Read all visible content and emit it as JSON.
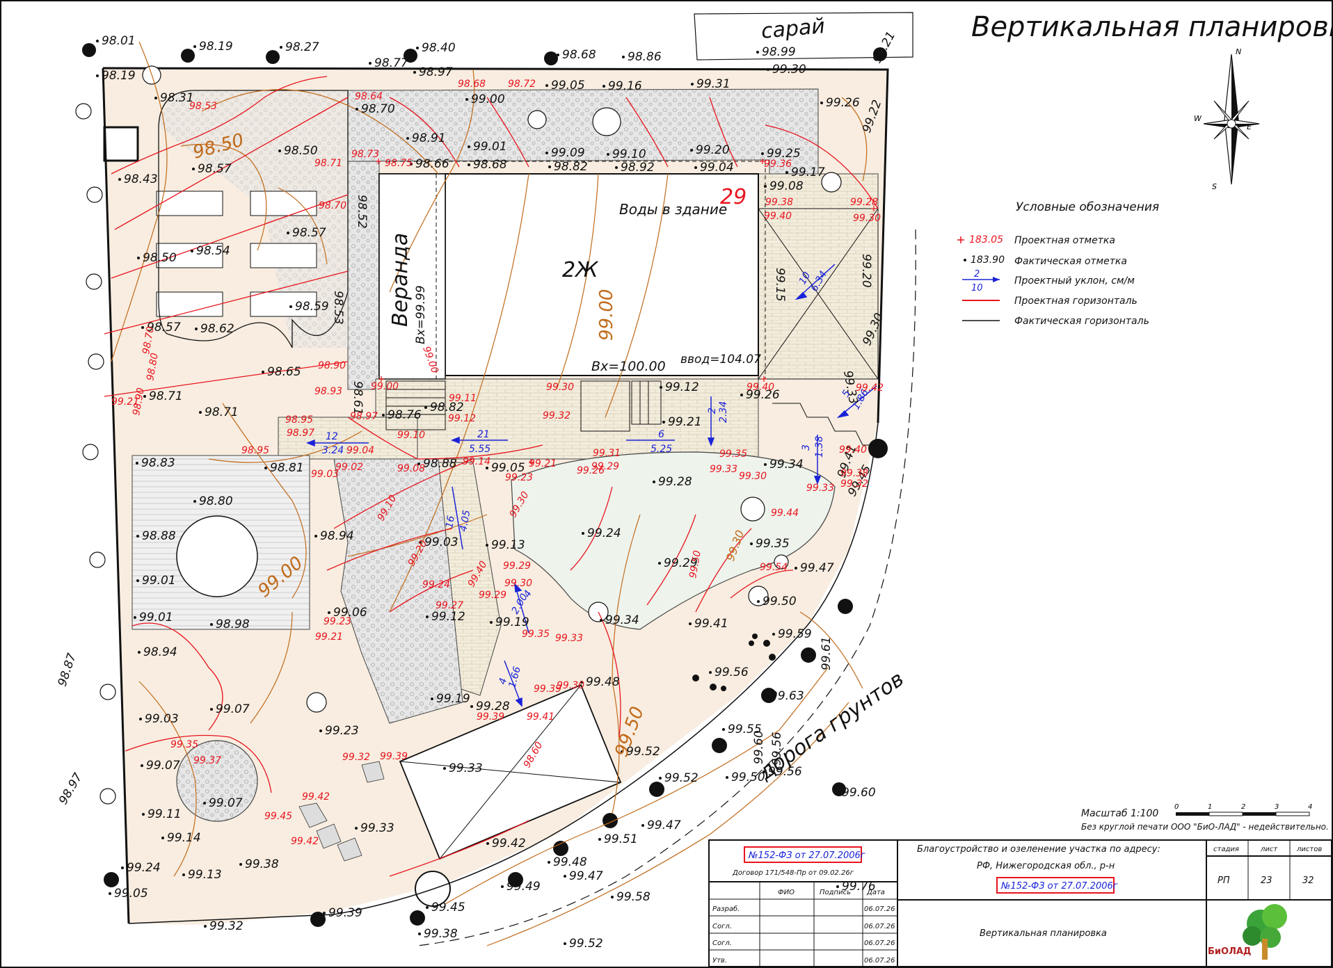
{
  "drawing": {
    "title": "Вертикальная планировка",
    "labels": {
      "shed": "сарай",
      "veranda": "Веранда",
      "veranda_entry": "Вх=99.99",
      "house_code": "2Ж",
      "water_entry": "Воды в здание",
      "house_number": "29",
      "entrance": "Вх=100.00",
      "input": "ввод=104.07",
      "road": "дорога грунтов"
    }
  },
  "compass": {
    "n": "N",
    "s": "S",
    "e": "E",
    "w": "W"
  },
  "legend": {
    "title": "Условные обозначения",
    "items": [
      {
        "symbol": "183.05",
        "text": "Проектная отметка"
      },
      {
        "symbol": "183.90",
        "text": "Фактическая отметка"
      },
      {
        "symbol_top": "2",
        "symbol_bottom": "10",
        "text": "Проектный уклон, см/м"
      },
      {
        "text": "Проектная горизонталь"
      },
      {
        "text": "Фактическая горизонталь"
      }
    ]
  },
  "scale": {
    "label": "Масштаб 1:100",
    "ticks": [
      "0",
      "1",
      "2",
      "3",
      "4"
    ],
    "note": "Без круглой печати ООО \"БиО-ЛАД\" - недействительно."
  },
  "title_block": {
    "law_ref_1": "№152-ФЗ от 27.07.2006г",
    "contract": "Договор 171/548-Пр от 09.02.26г",
    "col_fio": "ФИО",
    "col_sign": "Подпись",
    "col_date": "Дата",
    "rows": [
      {
        "role": "Разраб.",
        "date": "06.07.26"
      },
      {
        "role": "Согл.",
        "date": "06.07.26"
      },
      {
        "role": "Согл.",
        "date": "06.07.26"
      },
      {
        "role": "Утв.",
        "date": "06.07.26"
      }
    ],
    "project_line1": "Благоустройство и озеленение участка по адресу:",
    "project_line2": "РФ, Нижегородская обл., р-н",
    "law_ref_2": "№152-ФЗ от 27.07.2006г",
    "sheet_name": "Вертикальная планировка",
    "stage_label": "стадия",
    "sheet_label": "лист",
    "sheets_label": "листов",
    "stage": "РП",
    "sheet": "23",
    "sheets": "32",
    "logo_text": "БиОЛАД"
  },
  "elevations_black": [
    {
      "v": "98.01"
    },
    {
      "v": "98.19"
    },
    {
      "v": "98.27"
    },
    {
      "v": "98.40"
    },
    {
      "v": "98.68"
    },
    {
      "v": "98.86"
    },
    {
      "v": "98.99"
    },
    {
      "v": "99.30"
    },
    {
      "v": "98.19"
    },
    {
      "v": "98.77"
    },
    {
      "v": "98.97"
    },
    {
      "v": "99.05"
    },
    {
      "v": "99.16"
    },
    {
      "v": "99.31"
    },
    {
      "v": "99.26"
    },
    {
      "v": "98.31"
    },
    {
      "v": "98.70"
    },
    {
      "v": "99.00"
    },
    {
      "v": "98.91"
    },
    {
      "v": "99.01"
    },
    {
      "v": "99.09"
    },
    {
      "v": "99.10"
    },
    {
      "v": "99.20"
    },
    {
      "v": "99.25"
    },
    {
      "v": "98.50"
    },
    {
      "v": "98.57"
    },
    {
      "v": "98.66"
    },
    {
      "v": "98.68"
    },
    {
      "v": "98.82"
    },
    {
      "v": "98.92"
    },
    {
      "v": "99.04"
    },
    {
      "v": "99.17"
    },
    {
      "v": "99.08"
    },
    {
      "v": "98.43"
    },
    {
      "v": "98.57"
    },
    {
      "v": "98.54"
    },
    {
      "v": "98.50"
    },
    {
      "v": "98.59"
    },
    {
      "v": "98.57"
    },
    {
      "v": "98.62"
    },
    {
      "v": "98.65"
    },
    {
      "v": "98.71"
    },
    {
      "v": "98.71"
    },
    {
      "v": "98.82"
    },
    {
      "v": "98.76"
    },
    {
      "v": "99.12"
    },
    {
      "v": "99.21"
    },
    {
      "v": "99.26"
    },
    {
      "v": "98.83"
    },
    {
      "v": "98.81"
    },
    {
      "v": "98.88"
    },
    {
      "v": "99.05"
    },
    {
      "v": "99.28"
    },
    {
      "v": "99.34"
    },
    {
      "v": "98.80"
    },
    {
      "v": "98.88"
    },
    {
      "v": "98.94"
    },
    {
      "v": "99.03"
    },
    {
      "v": "99.13"
    },
    {
      "v": "99.24"
    },
    {
      "v": "99.29"
    },
    {
      "v": "99.35"
    },
    {
      "v": "99.47"
    },
    {
      "v": "99.01"
    },
    {
      "v": "99.01"
    },
    {
      "v": "98.98"
    },
    {
      "v": "99.06"
    },
    {
      "v": "99.12"
    },
    {
      "v": "99.19"
    },
    {
      "v": "99.34"
    },
    {
      "v": "99.41"
    },
    {
      "v": "99.50"
    },
    {
      "v": "98.94"
    },
    {
      "v": "99.48"
    },
    {
      "v": "99.59"
    },
    {
      "v": "99.56"
    },
    {
      "v": "99.07"
    },
    {
      "v": "99.19"
    },
    {
      "v": "99.28"
    },
    {
      "v": "99.23"
    },
    {
      "v": "99.03"
    },
    {
      "v": "99.07"
    },
    {
      "v": "99.33"
    },
    {
      "v": "99.52"
    },
    {
      "v": "99.55"
    },
    {
      "v": "99.63"
    },
    {
      "v": "99.07"
    },
    {
      "v": "99.11"
    },
    {
      "v": "99.33"
    },
    {
      "v": "99.52"
    },
    {
      "v": "99.50"
    },
    {
      "v": "99.14"
    },
    {
      "v": "99.42"
    },
    {
      "v": "99.51"
    },
    {
      "v": "99.47"
    },
    {
      "v": "99.24"
    },
    {
      "v": "99.13"
    },
    {
      "v": "99.38"
    },
    {
      "v": "99.48"
    },
    {
      "v": "99.47"
    },
    {
      "v": "99.49"
    },
    {
      "v": "99.58"
    },
    {
      "v": "99.05"
    },
    {
      "v": "99.32"
    },
    {
      "v": "99.39"
    },
    {
      "v": "99.45"
    },
    {
      "v": "99.38"
    },
    {
      "v": "99.52"
    },
    {
      "v": "99.56"
    },
    {
      "v": "99.60"
    },
    {
      "v": "99.76"
    },
    {
      "v": "99.61"
    },
    {
      "v": "99.60"
    },
    {
      "v": "99.56"
    },
    {
      "v": "98.52"
    },
    {
      "v": "98.53"
    },
    {
      "v": "98.61"
    },
    {
      "v": "99.15"
    },
    {
      "v": "99.20"
    },
    {
      "v": "99.33"
    },
    {
      "v": "99.41"
    },
    {
      "v": "99.45"
    },
    {
      "v": "99.30"
    },
    {
      "v": "99.22"
    },
    {
      "v": "99.21"
    },
    {
      "v": "98.87"
    },
    {
      "v": "98.97"
    }
  ],
  "elevations_red": [
    {
      "v": "98.53"
    },
    {
      "v": "98.64"
    },
    {
      "v": "98.68"
    },
    {
      "v": "98.72"
    },
    {
      "v": "98.71"
    },
    {
      "v": "98.73"
    },
    {
      "v": "98.75"
    },
    {
      "v": "99.36"
    },
    {
      "v": "99.38"
    },
    {
      "v": "99.28"
    },
    {
      "v": "99.40"
    },
    {
      "v": "99.30"
    },
    {
      "v": "98.70"
    },
    {
      "v": "98.90"
    },
    {
      "v": "98.93"
    },
    {
      "v": "99.00"
    },
    {
      "v": "98.97"
    },
    {
      "v": "98.95"
    },
    {
      "v": "98.97"
    },
    {
      "v": "98.95"
    },
    {
      "v": "99.04"
    },
    {
      "v": "99.10"
    },
    {
      "v": "99.11"
    },
    {
      "v": "99.12"
    },
    {
      "v": "99.32"
    },
    {
      "v": "99.30"
    },
    {
      "v": "99.31"
    },
    {
      "v": "99.29"
    },
    {
      "v": "99.26"
    },
    {
      "v": "99.21"
    },
    {
      "v": "99.14"
    },
    {
      "v": "99.08"
    },
    {
      "v": "99.03"
    },
    {
      "v": "99.02"
    },
    {
      "v": "99.35"
    },
    {
      "v": "99.33"
    },
    {
      "v": "99.30"
    },
    {
      "v": "99.40"
    },
    {
      "v": "99.42"
    },
    {
      "v": "99.40"
    },
    {
      "v": "99.38"
    },
    {
      "v": "99.33"
    },
    {
      "v": "99.32"
    },
    {
      "v": "99.44"
    },
    {
      "v": "99.54"
    },
    {
      "v": "99.23"
    },
    {
      "v": "99.29"
    },
    {
      "v": "99.30"
    },
    {
      "v": "99.24"
    },
    {
      "v": "99.27"
    },
    {
      "v": "99.29"
    },
    {
      "v": "99.35"
    },
    {
      "v": "99.33"
    },
    {
      "v": "99.30"
    },
    {
      "v": "99.23"
    },
    {
      "v": "99.21"
    },
    {
      "v": "99.39"
    },
    {
      "v": "99.41"
    },
    {
      "v": "99.39"
    },
    {
      "v": "99.35"
    },
    {
      "v": "99.37"
    },
    {
      "v": "99.32"
    },
    {
      "v": "99.39"
    },
    {
      "v": "99.42"
    },
    {
      "v": "99.45"
    },
    {
      "v": "99.42"
    },
    {
      "v": "99.21"
    }
  ],
  "slopes": [
    {
      "top": "12",
      "bottom": "3.24"
    },
    {
      "top": "21",
      "bottom": "5.55"
    },
    {
      "top": "6",
      "bottom": "5.25"
    },
    {
      "top": "2",
      "bottom": "2.34"
    },
    {
      "top": "3",
      "bottom": "1.38"
    },
    {
      "top": "5",
      "bottom": "1.86"
    },
    {
      "top": "10",
      "bottom": "6.34"
    },
    {
      "top": "16",
      "bottom": "4.05"
    },
    {
      "top": "4",
      "bottom": "2.00"
    },
    {
      "top": "4",
      "bottom": "1.66"
    }
  ],
  "contours_design": [
    {
      "v": "98.70"
    },
    {
      "v": "98.80"
    },
    {
      "v": "98.90"
    },
    {
      "v": "99.00"
    },
    {
      "v": "99.10"
    },
    {
      "v": "99.20"
    },
    {
      "v": "99.30"
    },
    {
      "v": "99.40"
    },
    {
      "v": "99.50"
    },
    {
      "v": "98.60"
    }
  ],
  "contours_actual": [
    {
      "v": "98.50"
    },
    {
      "v": "99.00"
    },
    {
      "v": "99.00"
    },
    {
      "v": "99.50"
    },
    {
      "v": "99.30"
    }
  ]
}
